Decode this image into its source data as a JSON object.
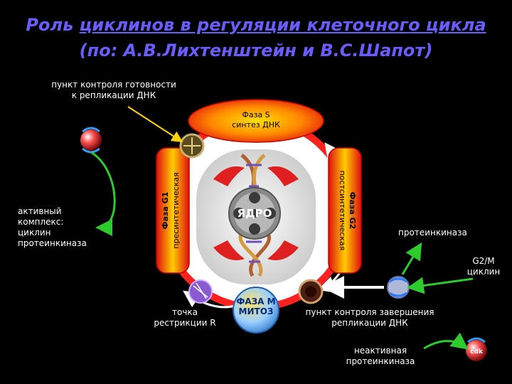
{
  "title": {
    "prefix": "Роль ",
    "underlined": "циклинов в регуляции клеточного цикла",
    "line2": "(по: А.В.Лихтенштейн и В.С.Шапот)"
  },
  "labels": {
    "checkpoint_replication_1": "пункт контроля готовности",
    "checkpoint_replication_2": "к репликации ДНК",
    "phase_s_1": "Фаза S",
    "phase_s_2": "синтез ДНК",
    "phase_g1_1": "Фаза G1",
    "phase_g1_2": "пресинтетическая",
    "phase_g2_1": "Фаза G2",
    "phase_g2_2": "постсинтетическая",
    "nucleus": "ЯДРО",
    "phase_m_1": "ФАЗА М",
    "phase_m_2": "МИТОЗ",
    "active_complex_1": "активный",
    "active_complex_2": "комплекс:",
    "active_complex_3": "циклин",
    "active_complex_4": "протеинкиназа",
    "restriction_point_1": "точка",
    "restriction_point_2": "рестрикции R",
    "checkpoint_completion_1": "пункт контроля завершения",
    "checkpoint_completion_2": "репликации ДНК",
    "protein_kinase": "протеинкиназа",
    "g2m_cyclin_1": "G2/M",
    "g2m_cyclin_2": "циклин",
    "inactive_kinase_1": "неактивная",
    "inactive_kinase_2": "протеинкиназа"
  },
  "colors": {
    "title": "#6a5cff",
    "ring": "#ff2020",
    "phase_gradient_inner": "#ffe000",
    "phase_gradient_outer": "#e01010",
    "nucleus_bg": "#d8d8d8",
    "arrows": "#ffffff",
    "connector": "#2dcc2d",
    "pointer": "#ffd200"
  },
  "icons": [
    "cyclin-cdk-complex-icon",
    "checkpoint-disc-icon",
    "restriction-disc-icon",
    "completion-disc-icon",
    "dna-helix-icon",
    "film-reel-icon",
    "g2m-cyclin-icon",
    "inactive-kinase-icon"
  ]
}
